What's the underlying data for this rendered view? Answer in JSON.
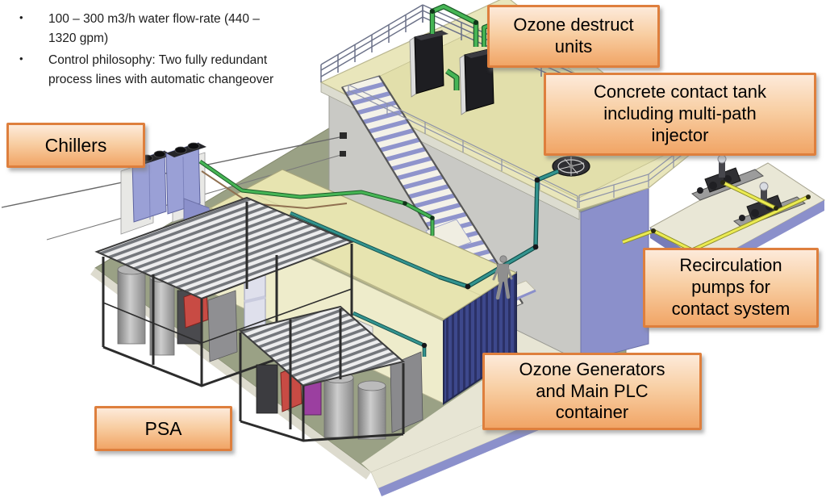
{
  "slide": {
    "bullets": [
      "100 – 300 m3/h water flow-rate (440 –\n1320 gpm)",
      "Control philosophy: Two fully redundant\nprocess lines with automatic changeover"
    ],
    "callouts": {
      "ozone_destruct": "Ozone destruct\nunits",
      "contact_tank": "Concrete contact tank\nincluding multi-path\ninjector",
      "chillers": "Chillers",
      "recirc_pumps": "Recirculation\npumps for\ncontact system",
      "ozone_generators": "Ozone Generators\nand Main PLC\ncontainer",
      "psa": "PSA"
    },
    "colors": {
      "callout_border": "#de7f3d",
      "callout_fill_top": "#fdeada",
      "callout_fill_bottom": "#f1a566",
      "ground_olive": "#9aa185",
      "walkway_cream": "#e7e5d4",
      "slab_edge_blue": "#8b90cb",
      "tank_wall_gray": "#c9c9c5",
      "tank_side_blue": "#8b90cb",
      "platform_yellow": "#e9e6bb",
      "container_roof": "#e7e4b0",
      "pipe_green": "#46b555",
      "pipe_teal": "#33948f",
      "pipe_yellow": "#ebeb52"
    }
  }
}
